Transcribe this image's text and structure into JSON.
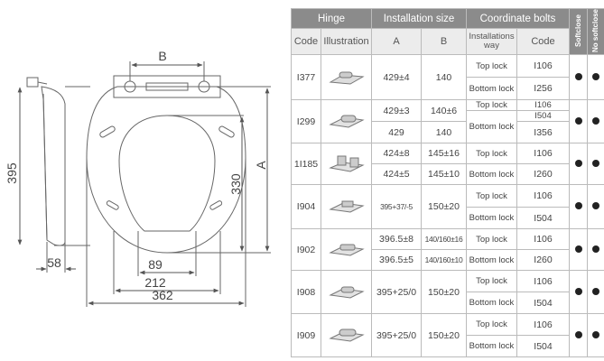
{
  "drawing": {
    "dim_b": "B",
    "dim_a": "A",
    "dim_395": "395",
    "dim_330": "330",
    "dim_58": "58",
    "dim_89": "89",
    "dim_212": "212",
    "dim_362": "362"
  },
  "table": {
    "groups": {
      "hinge": "Hinge",
      "install": "Installation size",
      "bolts": "Coordinate bolts"
    },
    "subheaders": {
      "code": "Code",
      "illustration": "Illustration",
      "a": "A",
      "b": "B",
      "way": "Installations way",
      "bolt_code": "Code"
    },
    "vertical": {
      "softclose": "Softclose",
      "no_softclose": "No softclose"
    },
    "rows": [
      {
        "code": "I377",
        "a1": "429±4",
        "b1": "140",
        "way1": "Top lock",
        "bolt1": "I106",
        "way2": "Bottom lock",
        "bolt2": "I256"
      },
      {
        "code": "I299",
        "a1": "429±3",
        "b1": "140±6",
        "a2": "429",
        "b2": "140",
        "way1": "Top lock",
        "bolt1": "I106",
        "way2": "Bottom lock",
        "bolt2a": "I504",
        "bolt2b": "I356"
      },
      {
        "code": "1I185",
        "a1": "424±8",
        "b1": "145±16",
        "a2": "424±5",
        "b2": "145±10",
        "way1": "Top lock",
        "bolt1": "I106",
        "way2": "Bottom lock",
        "bolt2": "I260"
      },
      {
        "code": "I904",
        "a1": "395+37/-5",
        "b1": "150±20",
        "way1": "Top lock",
        "bolt1": "I106",
        "way2": "Bottom lock",
        "bolt2": "I504"
      },
      {
        "code": "I902",
        "a1": "396.5±8",
        "b1": "140/160±16",
        "a2": "396.5±5",
        "b2": "140/160±10",
        "way1": "Top lock",
        "bolt1": "I106",
        "way2": "Bottom lock",
        "bolt2": "I260"
      },
      {
        "code": "I908",
        "a1": "395+25/0",
        "b1": "150±20",
        "way1": "Top lock",
        "bolt1": "I106",
        "way2": "Bottom lock",
        "bolt2": "I504"
      },
      {
        "code": "I909",
        "a1": "395+25/0",
        "b1": "150±20",
        "way1": "Top lock",
        "bolt1": "I106",
        "way2": "Bottom lock",
        "bolt2": "I504"
      }
    ]
  }
}
